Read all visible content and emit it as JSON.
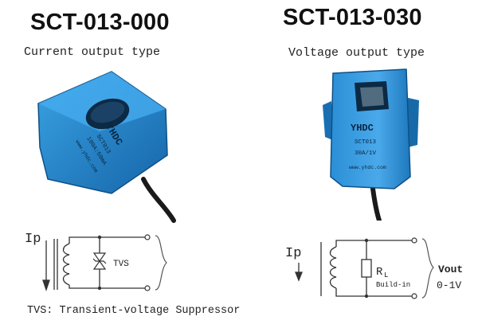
{
  "left": {
    "model": "SCT-013-000",
    "type_label": "Current output type",
    "sensor": {
      "logo": "YHDC",
      "model_text": "SCT013",
      "rating_text": "100A:50mA",
      "website": "www.yhdc.com"
    },
    "diagram": {
      "input_label": "Ip",
      "component_label": "TVS"
    },
    "footnote": "TVS: Transient-voltage Suppressor"
  },
  "right": {
    "model": "SCT-013-030",
    "type_label": "Voltage output type",
    "sensor": {
      "logo": "YHDC",
      "model_text": "SCT013",
      "rating_text": "30A/1V",
      "website": "www.yhdc.com"
    },
    "diagram": {
      "input_label": "Ip",
      "resistor_label": "R",
      "resistor_subscript": "L",
      "resistor_note": "Build-in",
      "output_label": "Vout",
      "output_range": "0-1V"
    }
  },
  "colors": {
    "sensor_blue": "#1f86cc",
    "sensor_dark": "#15659e",
    "line": "#333333"
  }
}
